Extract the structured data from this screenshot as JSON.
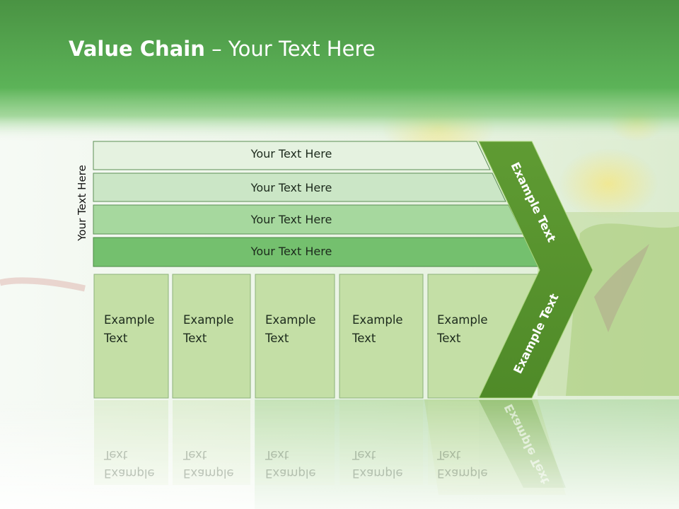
{
  "title": {
    "bold": "Value Chain",
    "rest": " – Your Text Here"
  },
  "side_label": "Your Text Here",
  "bands": [
    {
      "label": "Your Text Here"
    },
    {
      "label": "Your Text Here"
    },
    {
      "label": "Your Text Here"
    },
    {
      "label": "Your Text Here"
    }
  ],
  "cards": [
    {
      "line1": "Example",
      "line2": "Text"
    },
    {
      "line1": "Example",
      "line2": "Text"
    },
    {
      "line1": "Example",
      "line2": "Text"
    },
    {
      "line1": "Example",
      "line2": "Text"
    },
    {
      "line1": "Example",
      "line2": "Text"
    }
  ],
  "chevron": {
    "upper_text": "Example Text",
    "lower_text": "Example Text"
  },
  "colors": {
    "header_green": "#4e9f48",
    "chevron_green": "#5e9a33",
    "band_4": "#74c06e",
    "card_fill": "#c4dfa6"
  }
}
